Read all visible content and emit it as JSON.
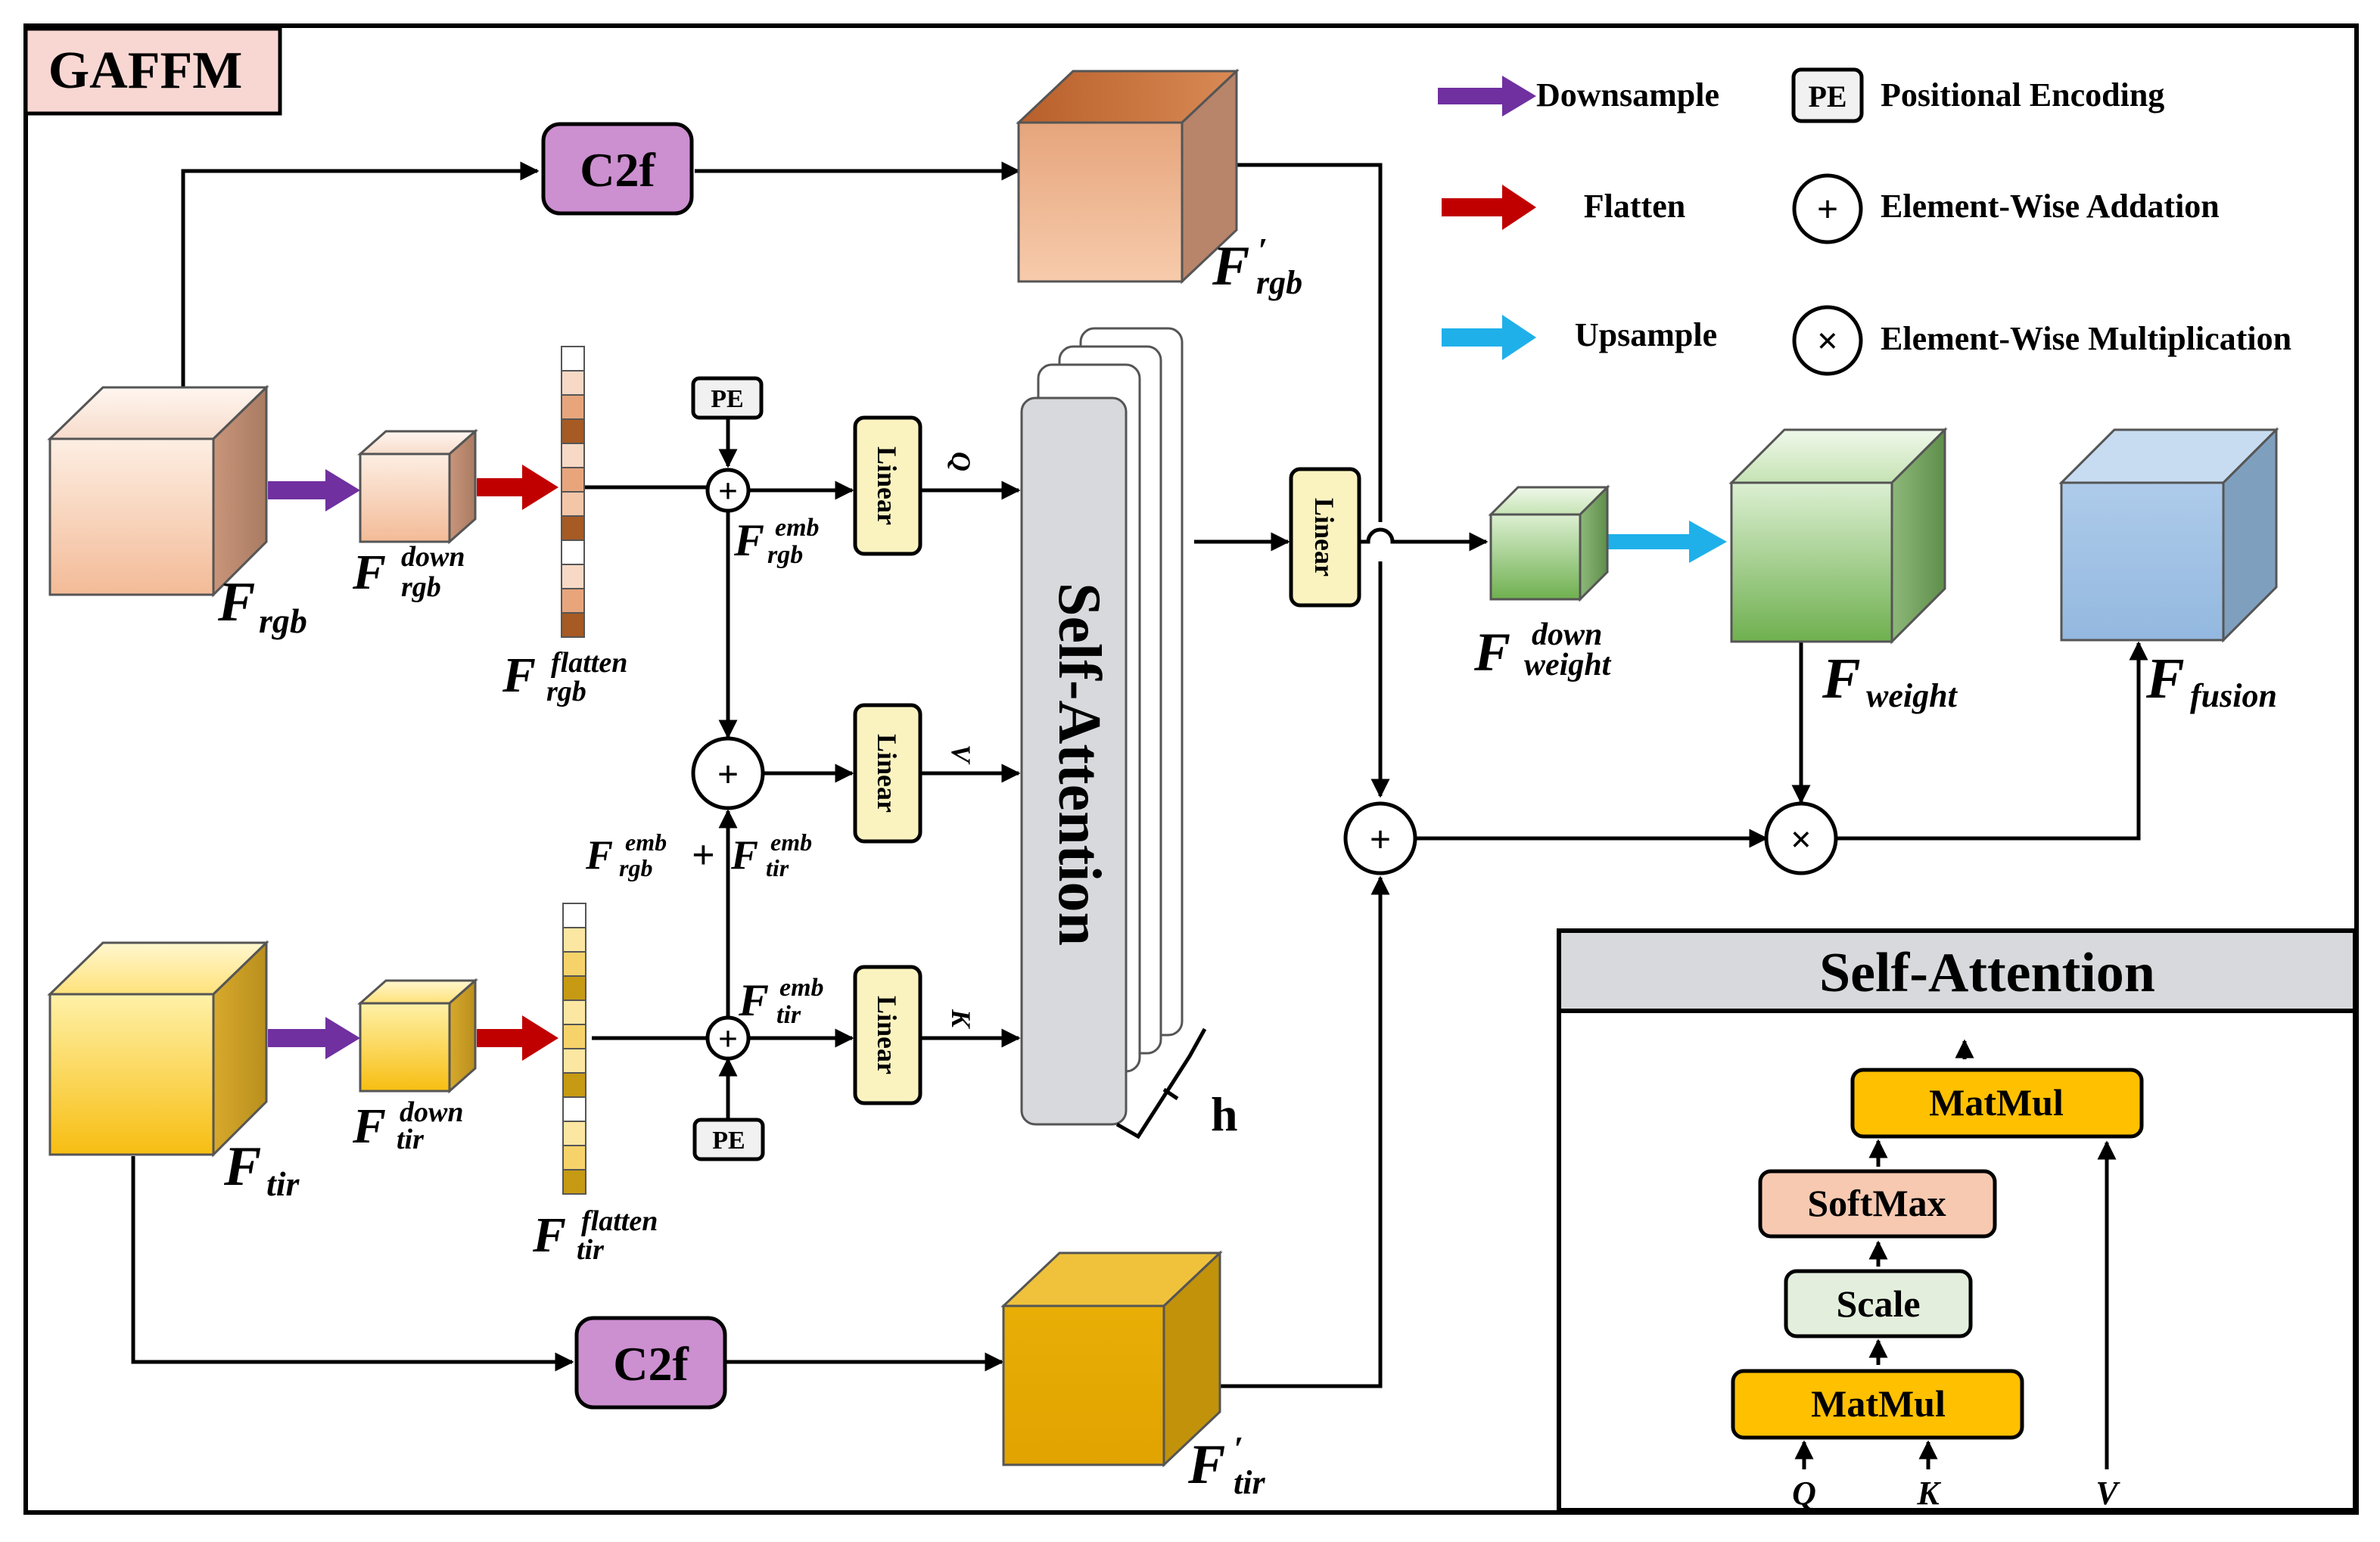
{
  "title": "GAFFM",
  "colors": {
    "downsample": "#7030a0",
    "flatten": "#c00000",
    "upsample": "#1fb0ea",
    "c2f": "#cc8fd0",
    "linear": "#faf3c0",
    "title_bg": "#f8d7d3",
    "attention_fill": "#d8d9dc",
    "matmul": "#ffc000",
    "softmax": "#f7c9b1",
    "scale": "#e3efdc",
    "rgb_cube": "#f6c7a6",
    "tir_cube": "#fcd24a",
    "weight_cube": "#8fca76",
    "fusion_cube": "#a2c5e6"
  },
  "legend": {
    "downsample": "Downsample",
    "flatten": "Flatten",
    "upsample": "Upsample",
    "pe": "PE",
    "pe_label": "Positional Encoding",
    "add_label": "Element-Wise Addation",
    "mul_label": "Element-Wise Multiplication",
    "add_symbol": "+",
    "mul_symbol": "×"
  },
  "blocks": {
    "c2f": "C2f",
    "linear": "Linear",
    "pe": "PE",
    "self_attention": "Self-Attention",
    "heads": "h"
  },
  "vars": {
    "F": "F",
    "rgb": "rgb",
    "tir": "tir",
    "down": "down",
    "flatten": "flatten",
    "emb": "emb",
    "weight": "weight",
    "fusion": "fusion",
    "prime": "′",
    "plus": "+",
    "q": "Q",
    "k": "K",
    "v": "V"
  },
  "attention_panel": {
    "title": "Self-Attention",
    "matmul_top": "MatMul",
    "softmax": "SoftMax",
    "scale": "Scale",
    "matmul_bottom": "MatMul",
    "inputs": [
      "Q",
      "K",
      "V"
    ]
  }
}
